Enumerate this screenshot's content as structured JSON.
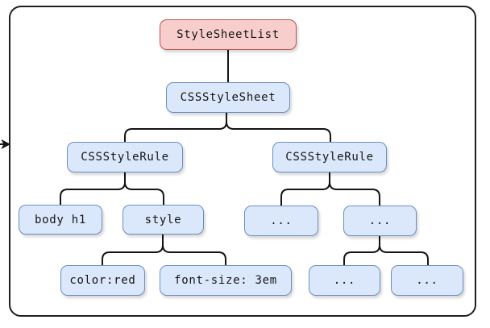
{
  "diagram": {
    "title_implied": "CSSOM tree",
    "nodes": {
      "stylesheetlist": {
        "label": "StyleSheetList",
        "type": "root",
        "color": "red"
      },
      "cssstylesheet": {
        "label": "CSSStyleSheet",
        "type": "sheet",
        "color": "blue"
      },
      "cssstylerule_1": {
        "label": "CSSStyleRule",
        "type": "rule",
        "color": "blue"
      },
      "cssstylerule_2": {
        "label": "CSSStyleRule",
        "type": "rule",
        "color": "blue"
      },
      "body_h1": {
        "label": "body h1",
        "type": "selector",
        "color": "blue"
      },
      "style": {
        "label": "style",
        "type": "declaration-block",
        "color": "blue"
      },
      "color_red": {
        "label": "color:red",
        "type": "declaration",
        "color": "blue"
      },
      "font_size": {
        "label": "font-size: 3em",
        "type": "declaration",
        "color": "blue"
      },
      "ellipsis_1": {
        "label": "...",
        "type": "placeholder",
        "color": "blue"
      },
      "ellipsis_2": {
        "label": "...",
        "type": "placeholder",
        "color": "blue"
      },
      "ellipsis_3": {
        "label": "...",
        "type": "placeholder",
        "color": "blue"
      },
      "ellipsis_4": {
        "label": "...",
        "type": "placeholder",
        "color": "blue"
      }
    },
    "edges": [
      {
        "from": "stylesheetlist",
        "to": "cssstylesheet"
      },
      {
        "from": "cssstylesheet",
        "to": "cssstylerule_1"
      },
      {
        "from": "cssstylesheet",
        "to": "cssstylerule_2"
      },
      {
        "from": "cssstylerule_1",
        "to": "body_h1"
      },
      {
        "from": "cssstylerule_1",
        "to": "style"
      },
      {
        "from": "style",
        "to": "color_red"
      },
      {
        "from": "style",
        "to": "font_size"
      },
      {
        "from": "cssstylerule_2",
        "to": "ellipsis_1"
      },
      {
        "from": "cssstylerule_2",
        "to": "ellipsis_2"
      },
      {
        "from": "ellipsis_2",
        "to": "ellipsis_3"
      },
      {
        "from": "ellipsis_2",
        "to": "ellipsis_4"
      }
    ],
    "colors": {
      "node_blue_fill": "#dbe8fc",
      "node_blue_stroke": "#6c8ebf",
      "node_red_fill": "#f8cecc",
      "node_red_stroke": "#b85450",
      "edge_stroke": "#141414",
      "frame_stroke": "#1f1f1f",
      "background": "#ffffff"
    }
  }
}
